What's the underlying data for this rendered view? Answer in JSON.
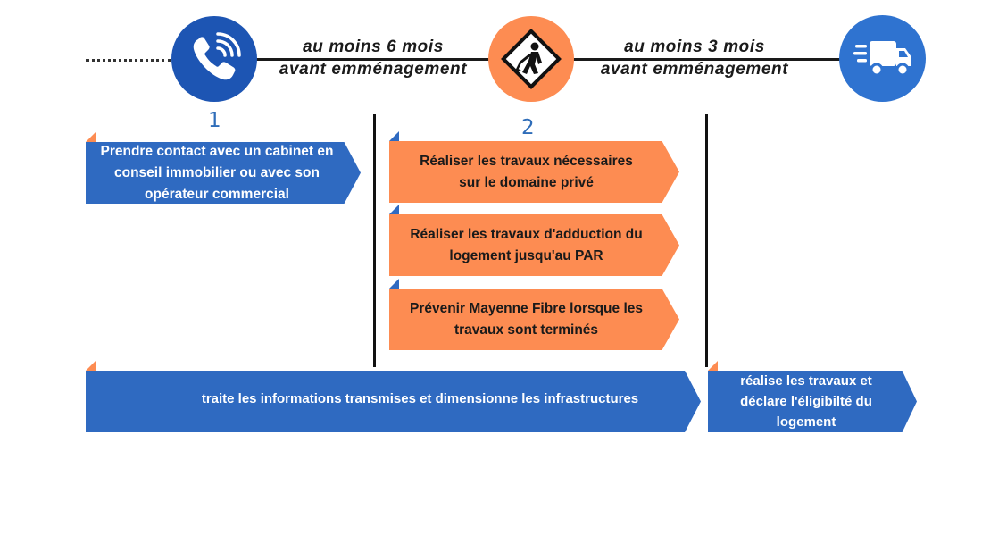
{
  "timeline": {
    "step1_number": "1",
    "step2_number": "2",
    "timing1_line1": "au moins 6 mois",
    "timing1_line2": "avant emménagement",
    "timing2_line1": "au moins 3 mois",
    "timing2_line2": "avant emménagement"
  },
  "icons": {
    "phone": "phone-icon",
    "worker": "road-work-icon",
    "truck": "delivery-truck-icon"
  },
  "colors": {
    "blue": "#2f6ac1",
    "orange": "#fd8c52",
    "dark": "#1a1a1a"
  },
  "boxes": {
    "contact": "Prendre contact avec un cabinet en conseil immobilier ou avec son opérateur commercial",
    "works_private": "Réaliser les travaux nécessaires sur le domaine privé",
    "works_adduction": "Réaliser les travaux d'adduction du logement jusqu'au PAR",
    "notify": "Prévenir Mayenne Fibre lorsque les travaux sont terminés",
    "process_info": "traite les informations transmises et dimensionne les infrastructures",
    "eligibility": "réalise les travaux et déclare l'éligibilté du logement"
  }
}
